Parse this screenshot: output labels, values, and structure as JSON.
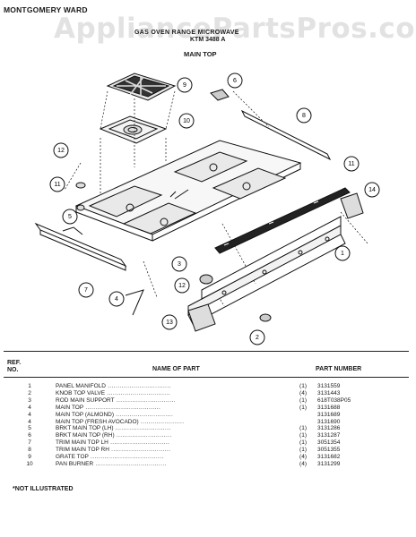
{
  "header": {
    "brand": "MONTGOMERY WARD",
    "watermark": "AppliancePartsPros.com",
    "subtitle": "GAS OVEN RANGE MICROWAVE",
    "model": "KTM 3488 A",
    "section": "MAIN TOP"
  },
  "callouts": [
    "9",
    "6",
    "10",
    "8",
    "12",
    "11",
    "11",
    "14",
    "5",
    "1",
    "3",
    "7",
    "4",
    "12",
    "13",
    "2"
  ],
  "table": {
    "ref_header_line1": "REF.",
    "ref_header_line2": "NO.",
    "name_header": "NAME OF PART",
    "pn_header": "PART NUMBER",
    "rows": [
      {
        "ref": "1",
        "name": "PANEL MANIFOLD",
        "qty": "(1)",
        "pn": "3131559"
      },
      {
        "ref": "2",
        "name": "KNOB TOP VALVE",
        "qty": "(4)",
        "pn": "3131443"
      },
      {
        "ref": "3",
        "name": "ROD MAIN SUPPORT",
        "qty": "(1)",
        "pn": "618T038P05"
      },
      {
        "ref": "4",
        "name": "MAIN TOP",
        "qty": "(1)",
        "pn": "3131688"
      },
      {
        "ref": "4",
        "name": "MAIN TOP (ALMOND)",
        "qty": "",
        "pn": "3131689"
      },
      {
        "ref": "4",
        "name": "MAIN TOP (FRESH AVOCADO)",
        "qty": "",
        "pn": "3131690"
      },
      {
        "ref": "5",
        "name": "BRKT MAIN TOP (LH)",
        "qty": "(1)",
        "pn": "3131286"
      },
      {
        "ref": "6",
        "name": "BRKT MAIN TOP (RH)",
        "qty": "(1)",
        "pn": "3131287"
      },
      {
        "ref": "7",
        "name": "TRIM MAIN TOP LH",
        "qty": "(1)",
        "pn": "3051354"
      },
      {
        "ref": "8",
        "name": "TRIM MAIN TOP RH",
        "qty": "(1)",
        "pn": "3051355"
      },
      {
        "ref": "9",
        "name": "GRATE TOP",
        "qty": "(4)",
        "pn": "3131682"
      },
      {
        "ref": "10",
        "name": "PAN BURNER",
        "qty": "(4)",
        "pn": "3131299"
      }
    ],
    "note": "*NOT ILLUSTRATED"
  }
}
